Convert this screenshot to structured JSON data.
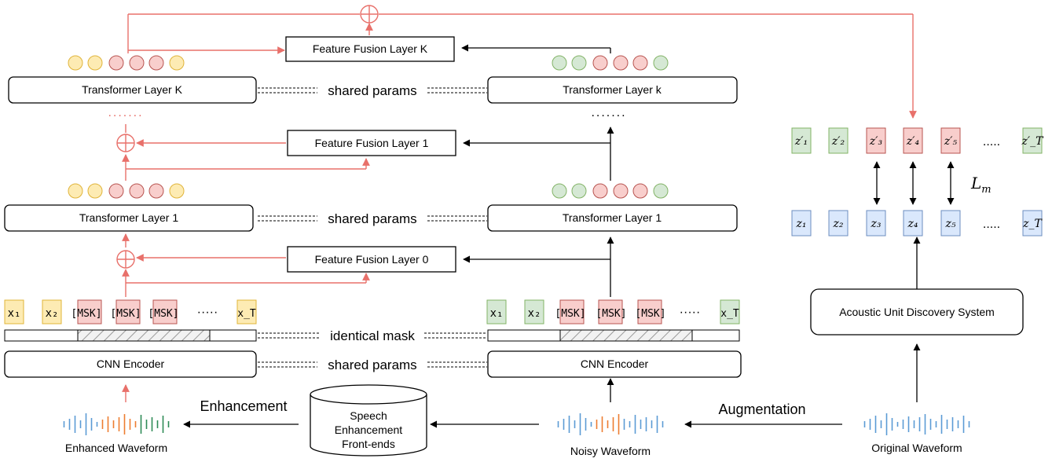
{
  "colors": {
    "red_line": "#e8706a",
    "black_line": "#000000",
    "yellow_fill": "#fdebb3",
    "yellow_stroke": "#e0b43a",
    "red_fill": "#f8cecc",
    "red_stroke": "#b85450",
    "green_fill": "#d5e8d4",
    "green_stroke": "#82b366",
    "blue_fill": "#dae8fc",
    "blue_stroke": "#6c8ebf",
    "wave_blue": "#5b9bd5",
    "wave_orange": "#ed7d31",
    "wave_green": "#2e8b57"
  },
  "left_branch": {
    "transformer_k": "Transformer Layer K",
    "transformer_1": "Transformer Layer 1",
    "cnn": "CNN Encoder",
    "fusion_k": "Feature Fusion Layer K",
    "fusion_1": "Feature Fusion Layer 1",
    "fusion_0": "Feature Fusion Layer 0",
    "dots": ".......",
    "tokens": [
      "x₁",
      "x₂",
      "[MSK]",
      "[MSK]",
      "[MSK]",
      "·····",
      "x_T"
    ],
    "waveform_label": "Enhanced Waveform",
    "enhancement_label": "Enhancement"
  },
  "right_branch": {
    "transformer_k": "Transformer Layer k",
    "transformer_1": "Transformer Layer 1",
    "cnn": "CNN Encoder",
    "dots": ".......",
    "tokens": [
      "x₁",
      "x₂",
      "[MSK]",
      "[MSK]",
      "[MSK]",
      "·····",
      "x_T"
    ],
    "waveform_label": "Noisy Waveform"
  },
  "shared": {
    "shared_params": "shared params",
    "identical_mask": "identical mask"
  },
  "enhancer": {
    "line1": "Speech",
    "line2": "Enhancement",
    "line3": "Front-ends"
  },
  "aud": {
    "label": "Acoustic Unit Discovery System",
    "augmentation_label": "Augmentation",
    "waveform_label": "Original Waveform",
    "loss_label": "L",
    "loss_sub": "m",
    "dots_top": ".....",
    "dots_bottom": ".....",
    "z_prime": [
      "z′₁",
      "z′₂",
      "z′₃",
      "z′₄",
      "z′₅",
      "z′_T"
    ],
    "z": [
      "z₁",
      "z₂",
      "z₃",
      "z₄",
      "z₅",
      "z_T"
    ]
  }
}
